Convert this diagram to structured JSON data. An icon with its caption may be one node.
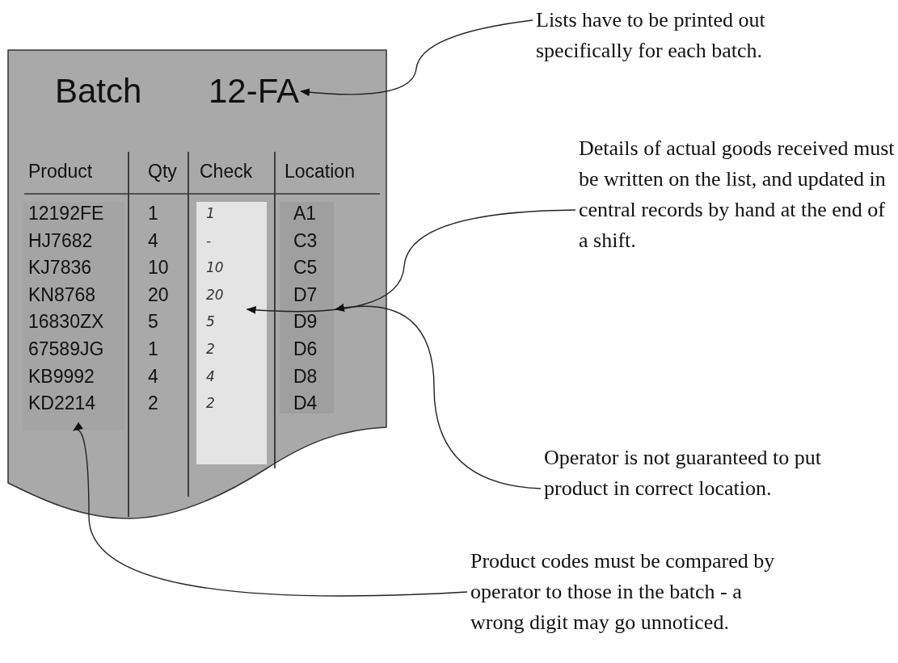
{
  "diagram": {
    "nodes": [
      {
        "text": [
          "Lists have to be printed out specifically for each batch."
        ]
      },
      {
        "text": [
          "12-FA"
        ]
      },
      {
        "text": [
          "Details of actual goods received must be written on the list, and updated in central records by hand at the end of a shift."
        ]
      },
      {
        "text": [
          "Operator is not guaranteed to put product in correct location."
        ]
      },
      {
        "text": [
          "Product codes must be compared by operator to those in the batch - a wrong digit may go unnoticed."
        ]
      },
      {
        "text": [],
        "shape": "box"
      },
      {
        "text": [],
        "shape": "box"
      },
      {
        "text": [],
        "shape": "box"
      }
    ],
    "edges": [
      {
        "from": 0,
        "to": 1,
        "arrow": "to"
      },
      {
        "from": 2,
        "to": 6,
        "arrow": "to"
      },
      {
        "from": 3,
        "to": 7,
        "arrow": "to"
      },
      {
        "from": 4,
        "to": 5,
        "arrow": "to"
      }
    ],
    "labels": [
      "Batch",
      "Product",
      "Qty",
      "Check",
      "Location",
      "12192FE",
      "1",
      "1",
      "A1",
      "HJ7682",
      "4",
      "-",
      "C3",
      "KJ7836",
      "10",
      "10",
      "C5",
      "KN8768",
      "20",
      "20",
      "D7",
      "16830ZX",
      "5",
      "5",
      "D9",
      "67589JG",
      "1",
      "2",
      "D6",
      "KB9992",
      "4",
      "4",
      "D8",
      "KD2214",
      "2",
      "2",
      "D4"
    ]
  }
}
